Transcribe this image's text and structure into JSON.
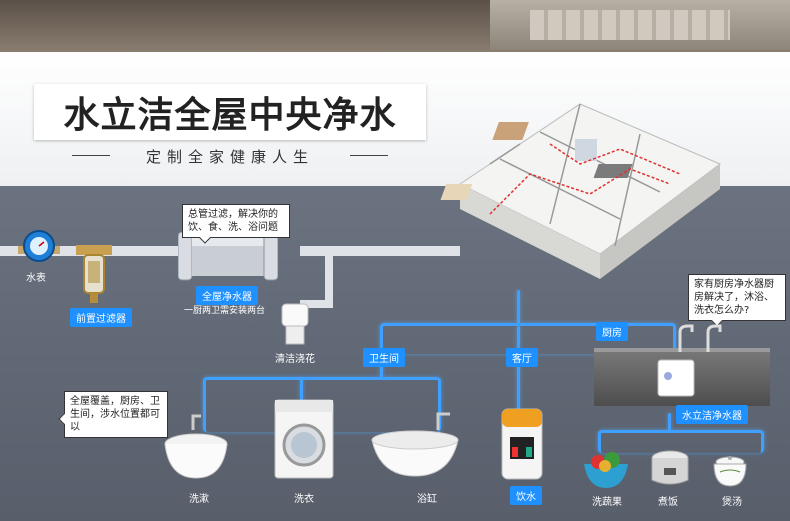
{
  "title": "水立洁全屋中央净水",
  "subtitle": "定制全家健康人生",
  "devices": {
    "meter": "水表",
    "prefilter": "前置过滤器",
    "central": "全屋净水器",
    "mop_sink": "清洁浇花",
    "kitchen_purifier": "水立洁净水器"
  },
  "central_note": "一厨两卫需安装两台",
  "bubbles": {
    "main": "总管过滤，解决你的饮、食、洗、浴问题",
    "coverage": "全屋覆盖，厨房、卫生间，涉水位置都可以",
    "kitchen": "家有厨房净水器厨房解决了，沐浴、洗衣怎么办?"
  },
  "zones": {
    "bathroom": "卫生间",
    "living": "客厅",
    "kitchen": "厨房"
  },
  "endpoints": {
    "basin": "洗漱",
    "washer": "洗衣",
    "bathtub": "浴缸",
    "dispenser": "饮水",
    "vegetables": "洗蔬果",
    "rice": "煮饭",
    "soup": "煲汤"
  }
}
